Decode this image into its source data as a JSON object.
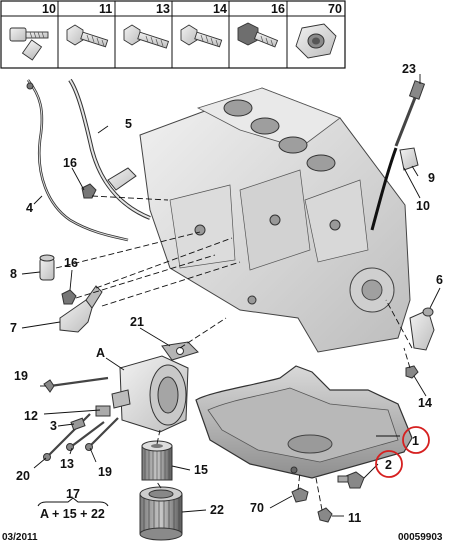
{
  "header_parts": [
    "10",
    "11",
    "13",
    "14",
    "16",
    "70"
  ],
  "callouts": {
    "c1": "1",
    "c2": "2",
    "c3": "3",
    "c4": "4",
    "c5": "5",
    "c6": "6",
    "c7": "7",
    "c8": "8",
    "c9": "9",
    "c10": "10",
    "c11": "11",
    "c12": "12",
    "c13": "13",
    "c14": "14",
    "c15": "15",
    "c16a": "16",
    "c16b": "16",
    "c19a": "19",
    "c19b": "19",
    "c20": "20",
    "c21": "21",
    "c22": "22",
    "c23": "23",
    "c70": "70",
    "cA": "A"
  },
  "formula": {
    "top": "17",
    "bottom": "A + 15 + 22"
  },
  "footer": {
    "date": "03/2011",
    "ref": "00059903"
  },
  "highlight_color": "#d62020"
}
